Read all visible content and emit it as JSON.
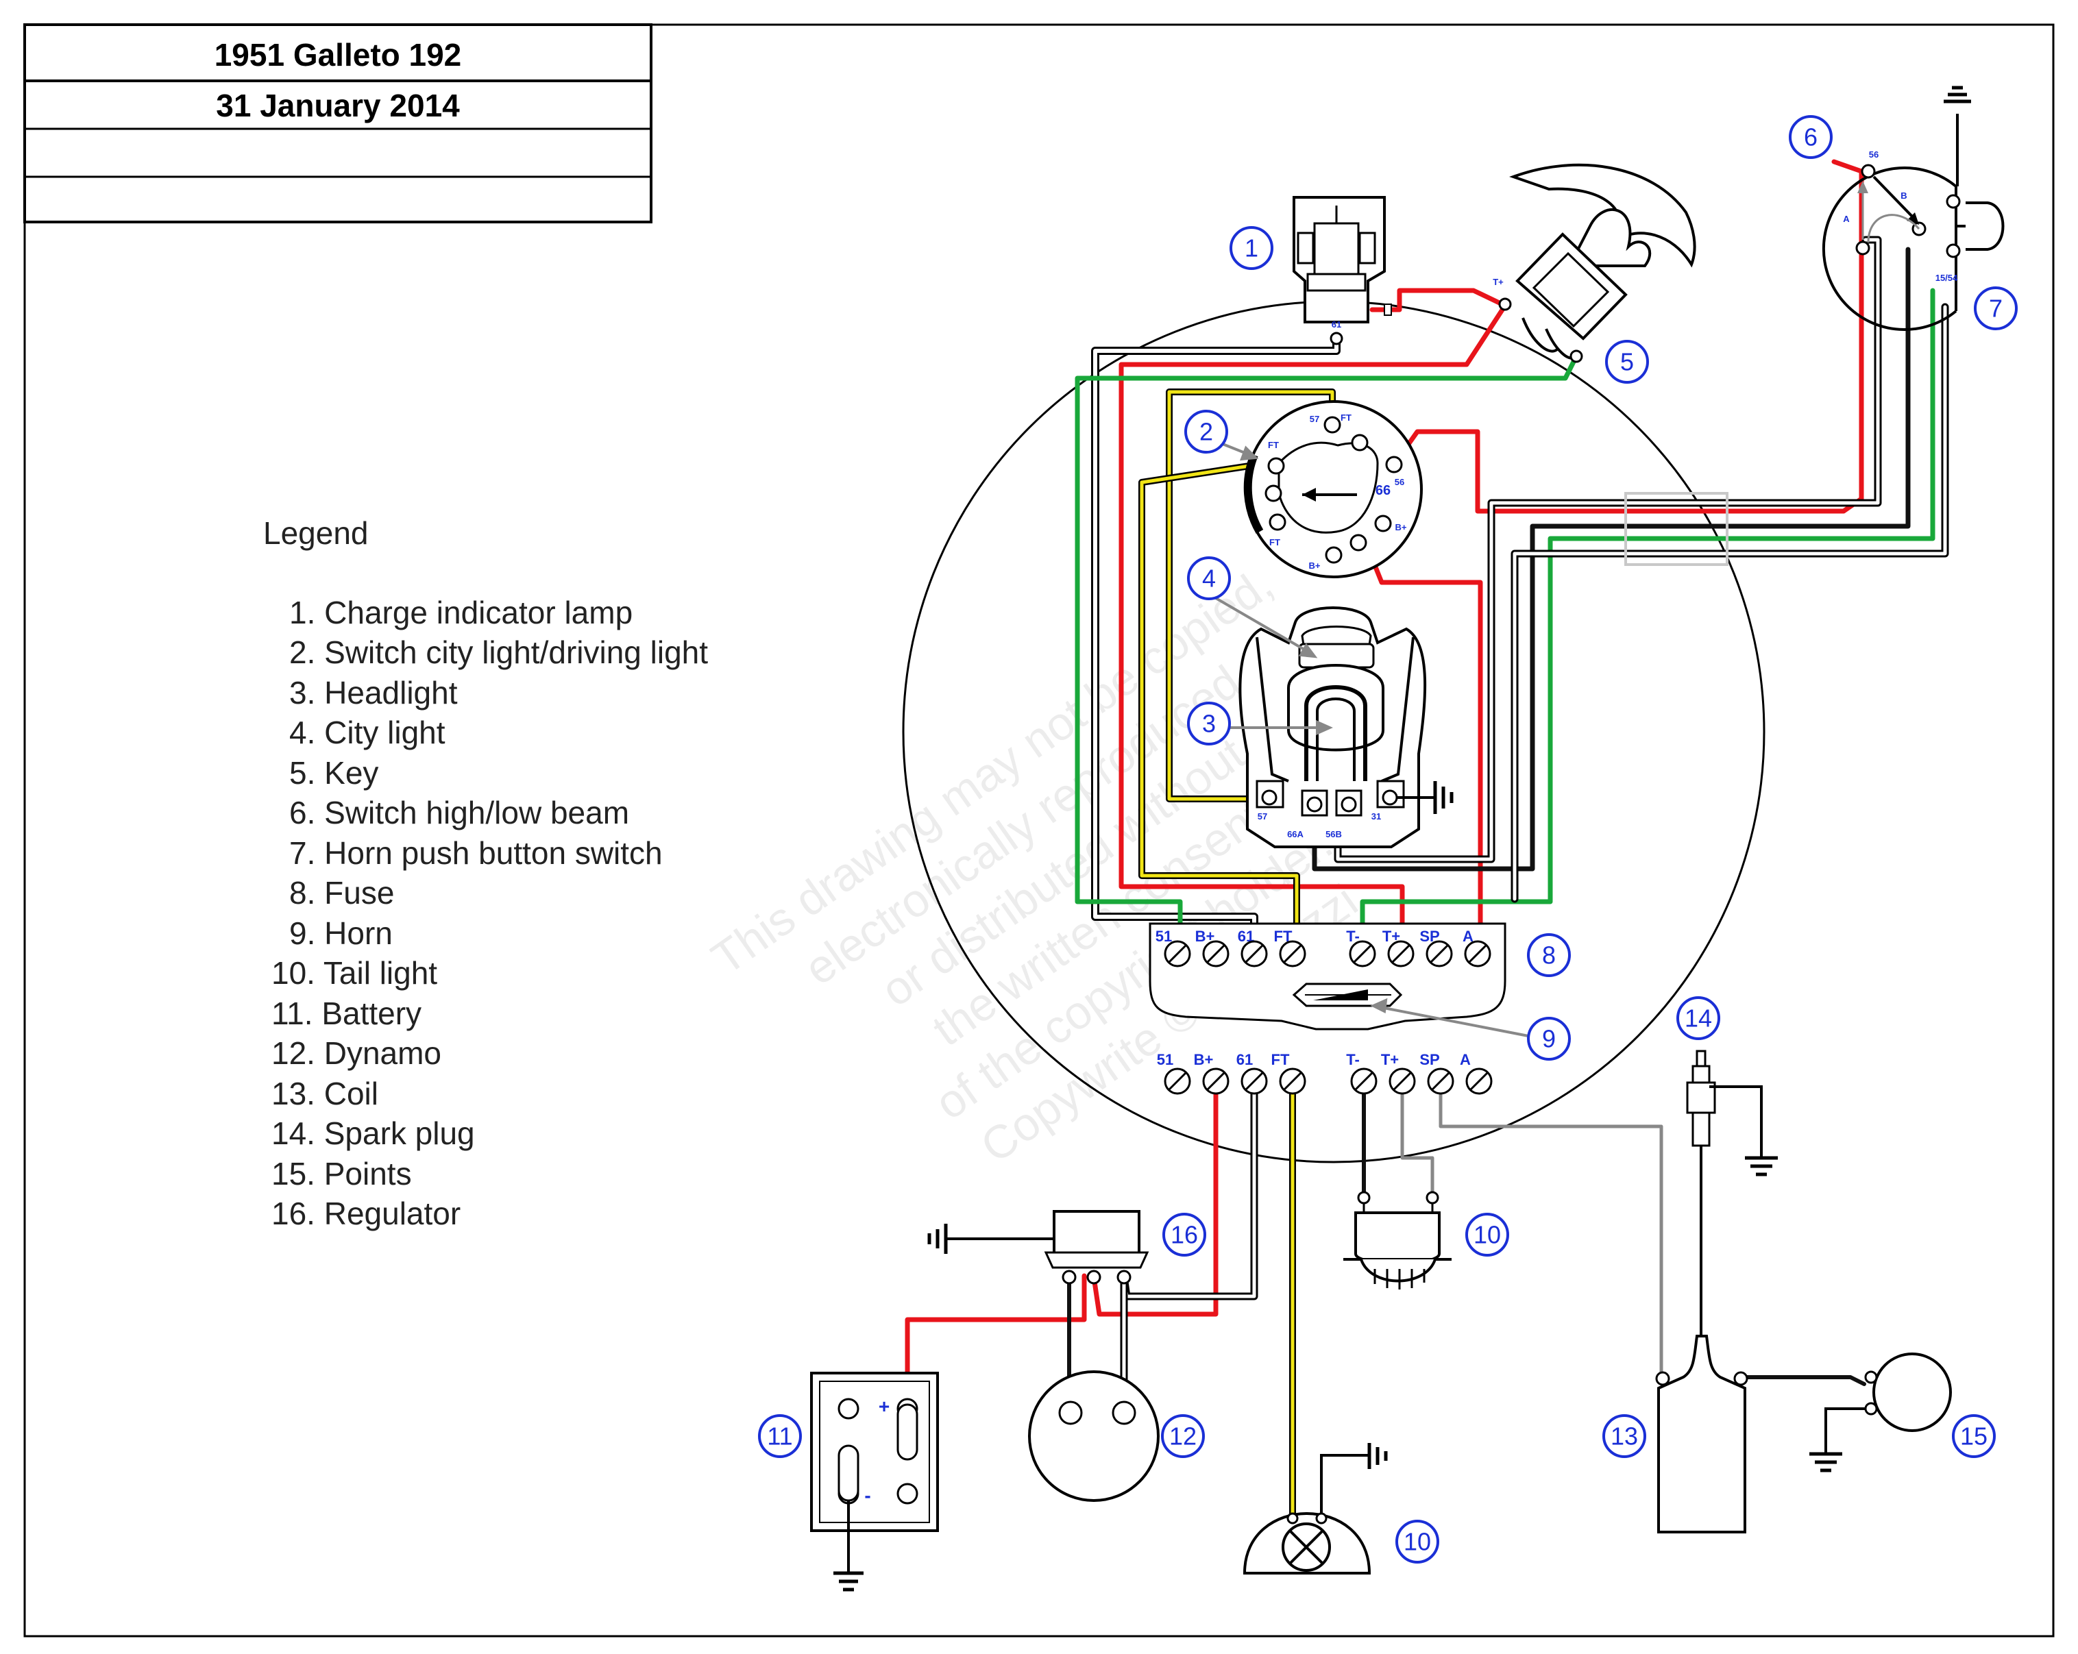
{
  "title_block": {
    "title": "1951 Galleto 192",
    "date": "31 January 2014",
    "row3": "",
    "row4": ""
  },
  "legend": {
    "heading": "Legend",
    "items": [
      "1. Charge indicator lamp",
      "2. Switch city light/driving light",
      "3. Headlight",
      "4. City light",
      "5. Key",
      "6. Switch high/low beam",
      "7. Horn push button switch",
      "8. Fuse",
      "9. Horn",
      "10. Tail light",
      "11. Battery",
      "12. Dynamo",
      "13. Coil",
      "14. Spark plug",
      "15. Points",
      "16. Regulator"
    ]
  },
  "callouts": [
    "1",
    "2",
    "3",
    "4",
    "5",
    "6",
    "7",
    "8",
    "9",
    "10",
    "10",
    "11",
    "12",
    "13",
    "14",
    "15",
    "16"
  ],
  "terminal_labels": {
    "fuse_block": [
      "51",
      "B+",
      "61",
      "FT",
      "T-",
      "T+",
      "SP",
      "A"
    ],
    "junction": [
      "51",
      "B+",
      "61",
      "FT",
      "T-",
      "T+",
      "SP",
      "A"
    ]
  },
  "component_labels": {
    "lamp_terminal": "61",
    "key_terminal": "T+",
    "switch2": [
      "57",
      "FT",
      "56",
      "66",
      "FT",
      "B+",
      "B+",
      "FT"
    ],
    "headlight": [
      "57",
      "66A",
      "56B",
      "31"
    ],
    "switch6": [
      "56",
      "B",
      "A",
      "15/54"
    ],
    "battery_plus": "+",
    "battery_minus": "-"
  },
  "watermark": [
    "This drawing may not be copied,",
    "electronically reproduced,",
    "or distributed without",
    "the written consent",
    "of the copyright holder.",
    "Copywrite © M. Pozzi"
  ],
  "colors": {
    "red": "#e8141b",
    "green": "#19a83a",
    "yellow": "#f1e516",
    "black": "#111111",
    "grey": "#8a8a8a",
    "callout_blue": "#1a2fd6"
  }
}
